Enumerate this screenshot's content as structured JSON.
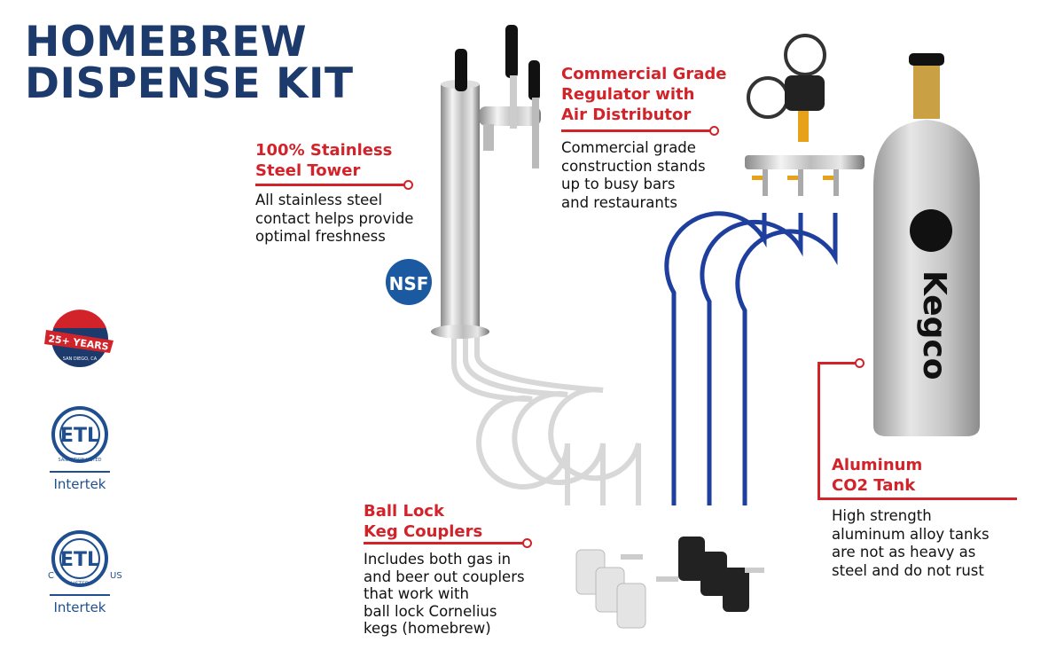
{
  "title": {
    "line1": "HOMEBREW",
    "line2": "DISPENSE KIT"
  },
  "tower": {
    "heading1": "100% Stainless",
    "heading2": "Steel Tower",
    "body": [
      "All stainless steel",
      "contact helps provide",
      "optimal freshness"
    ],
    "badge": "NSF"
  },
  "regulator": {
    "heading": [
      "Commercial Grade",
      "Regulator with",
      "Air Distributor"
    ],
    "body": [
      "Commercial grade",
      "construction stands",
      "up to busy bars",
      "and restaurants"
    ]
  },
  "tank": {
    "heading1": "Aluminum",
    "heading2": "CO2 Tank",
    "body": [
      "High strength",
      "aluminum alloy tanks",
      "are not as heavy as",
      "steel and do not rust"
    ],
    "brand": "Kegco"
  },
  "couplers": {
    "heading1": "Ball Lock",
    "heading2": "Keg Couplers",
    "body": [
      "Includes both gas in",
      "and beer out couplers",
      "that work with",
      "ball lock Cornelius",
      "kegs (homebrew)"
    ]
  },
  "badges": {
    "years": "25+ YEARS",
    "location": "SAN DIEGO, CA",
    "etl1": "SANITATION LISTED",
    "etl2": "LISTED",
    "c": "C",
    "us": "US",
    "intertek": "Intertek"
  },
  "colors": {
    "navy": "#1d3a6c",
    "red": "#d2232a",
    "tubing": "#1f3f9e",
    "etl": "#1f4f8f"
  }
}
